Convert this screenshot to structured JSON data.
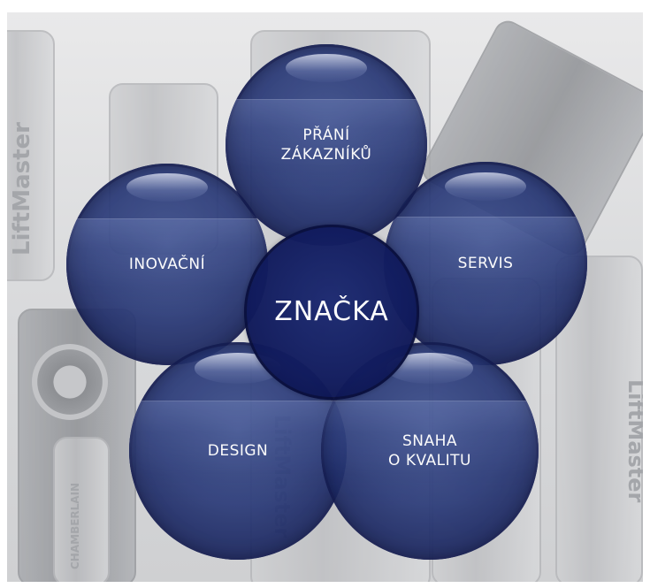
{
  "diagram": {
    "center": {
      "label": "ZNAČKA"
    },
    "petals": [
      {
        "id": "top",
        "label": "PŘÁNÍ\nZÁKAZNÍKŮ"
      },
      {
        "id": "left",
        "label": "INOVAČNÍ"
      },
      {
        "id": "right",
        "label": "SERVIS"
      },
      {
        "id": "bottom-left",
        "label": "DESIGN"
      },
      {
        "id": "bottom-right",
        "label": "SNAHA\nO KVALITU"
      }
    ]
  },
  "background": {
    "brand_text": "LiftMaster",
    "secondary_text": "CHAMBERLAIN",
    "colors": {
      "circle": "#2a3a78",
      "center": "#111b5d",
      "background": "#d8d9db",
      "text": "#ffffff"
    }
  }
}
